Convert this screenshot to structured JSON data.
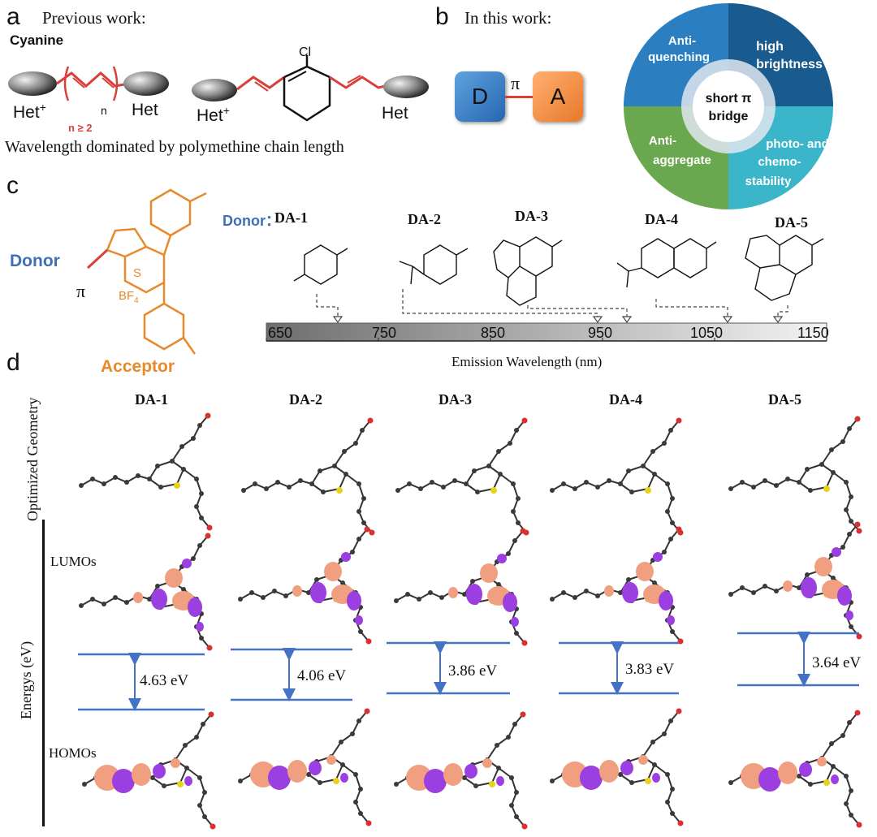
{
  "panel_a": {
    "letter": "a",
    "heading": "Previous work:",
    "subheading": "Cyanine",
    "het_plus_1": "Het",
    "plus": "+",
    "het_1": "Het",
    "n_sub": "n",
    "n_cond": "n ≥ 2",
    "cl": "Cl",
    "het_plus_2": "Het",
    "het_2": "Het",
    "caption": "Wavelength dominated by polymethine chain length"
  },
  "panel_b": {
    "letter": "b",
    "heading": "In this work:",
    "d_box": "D",
    "pi": "π",
    "a_box": "A",
    "wheel": {
      "center_line1": "short π",
      "center_line2": "bridge",
      "q1_line1": "Anti-",
      "q1_line2": "quenching",
      "q2_line1": "high",
      "q2_line2": "brightness",
      "q3_line1": "Anti-",
      "q3_line2": "aggregate",
      "q4_line1": "photo- and",
      "q4_line2": "chemo-",
      "q4_line3": "stability",
      "colors": {
        "q1": "#2b7fc0",
        "q2": "#1a5b8f",
        "q3": "#6aa84f",
        "q4": "#3bb5c9"
      }
    }
  },
  "panel_c": {
    "letter": "c",
    "donor_label": "Donor",
    "pi_label": "π",
    "bf4": "BF",
    "bf4_sub": "4",
    "s_plus": "S",
    "acceptor_label": "Acceptor",
    "donor_heading": "Donor：",
    "molecules": [
      "DA-1",
      "DA-2",
      "DA-3",
      "DA-4",
      "DA-5"
    ],
    "axis_ticks": [
      "650",
      "750",
      "850",
      "950",
      "1050",
      "1150"
    ],
    "axis_title": "Emission Wavelength (nm)",
    "emission_nm": [
      700,
      940,
      980,
      1070,
      1110
    ],
    "colors": {
      "donor": "#3f6fb5",
      "acceptor": "#e8892b",
      "bridge": "#d9403a"
    }
  },
  "panel_d": {
    "letter": "d",
    "row_label_geometry": "Optimized Geometry",
    "row_label_energy": "Energys (eV)",
    "lumo_label": "LUMOs",
    "homo_label": "HOMOs",
    "molecules": [
      "DA-1",
      "DA-2",
      "DA-3",
      "DA-4",
      "DA-5"
    ],
    "gaps": [
      "4.63 eV",
      "4.06 eV",
      "3.86 eV",
      "3.83 eV",
      "3.64 eV"
    ],
    "gap_values_eV": [
      4.63,
      4.06,
      3.86,
      3.83,
      3.64
    ],
    "colors": {
      "level_line": "#4472c4",
      "orbital_pos": "#f0a080",
      "orbital_neg": "#9b3fe0"
    }
  }
}
